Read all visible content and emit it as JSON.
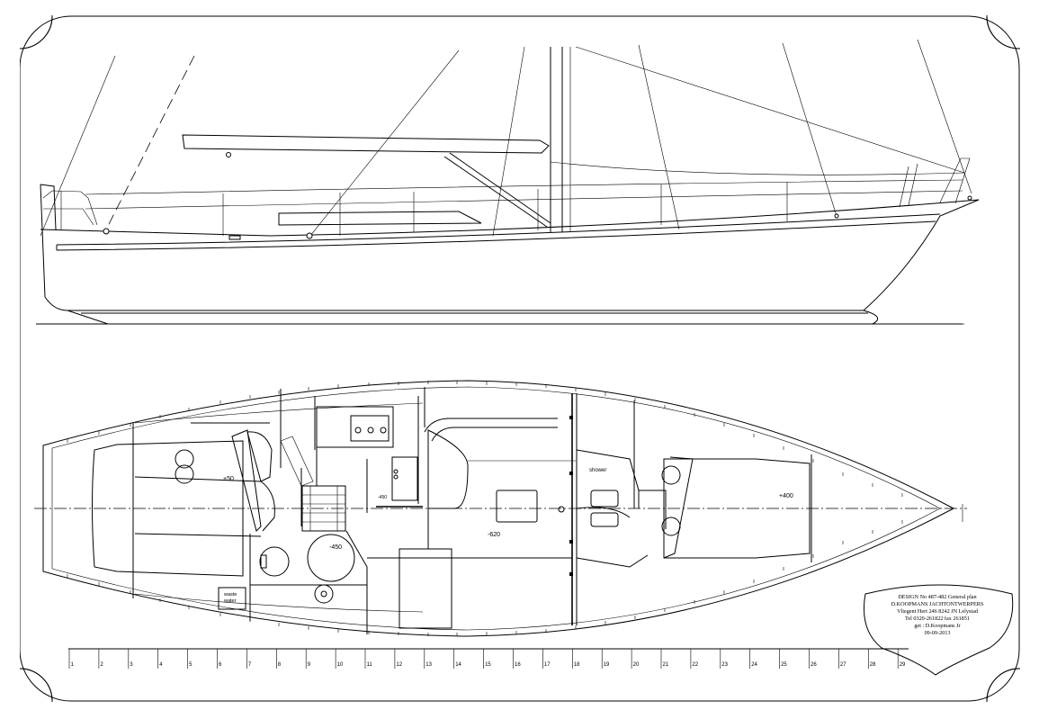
{
  "labels": {
    "cockpit_level": "+50",
    "saloon_level": "-620",
    "galley_level": "-450",
    "nav_level": "-450",
    "forecabin_level": "+400",
    "shower": "shower",
    "waste_line1": "waste",
    "waste_line2": "water"
  },
  "scale": [
    "1",
    "2",
    "3",
    "4",
    "5",
    "6",
    "7",
    "8",
    "9",
    "10",
    "11",
    "12",
    "13",
    "14",
    "15",
    "16",
    "17",
    "18",
    "19",
    "20",
    "21",
    "22",
    "23",
    "24",
    "25",
    "26",
    "27",
    "28",
    "29"
  ],
  "title_block": {
    "line1": "DESIGN No 487-482 General plan",
    "line2": "D.KOOPMANS JACHTONTWERPERS",
    "line3": "Vliegent Hert 246 8242 JN Lelystad",
    "line4": "Tel 0320-261822 fax 261851",
    "line5": "get : D.Koopmans Jr",
    "line6": "09-09-2013"
  }
}
